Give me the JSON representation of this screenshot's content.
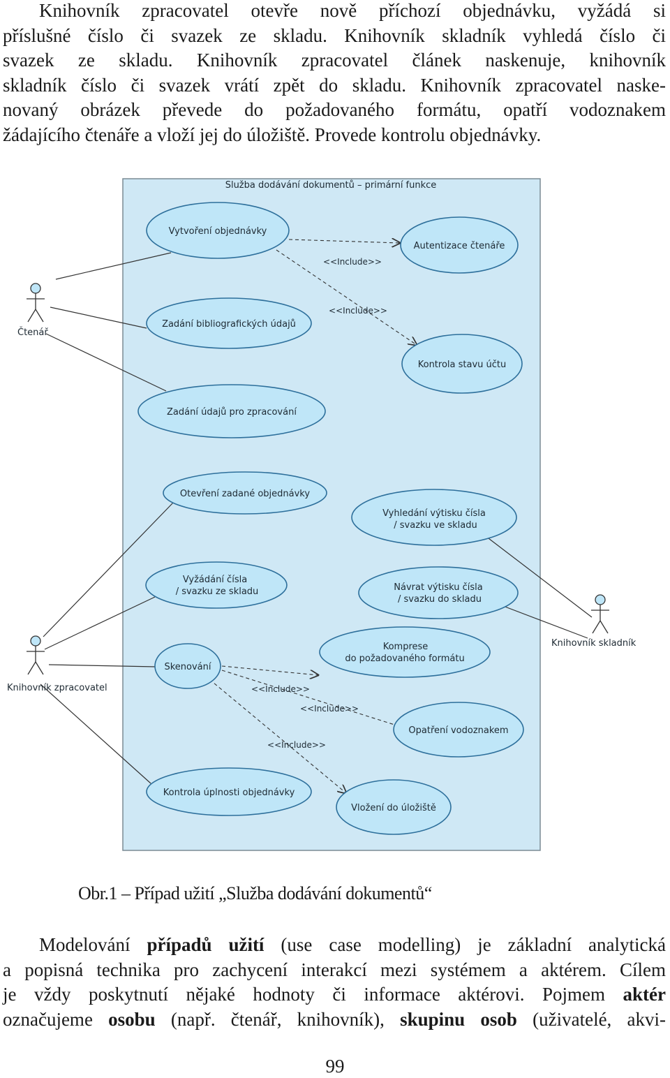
{
  "intro": {
    "lines": [
      "Knihovník zpracovatel otevře nově příchozí objednávku, vyžádá si",
      "příslušné číslo či svazek ze skladu. Knihovník skladník vyhledá číslo či",
      "svazek ze skladu. Knihovník zpracovatel článek naskenuje, knihovník",
      "skladník číslo či svazek vrátí zpět do skladu. Knihovník zpracovatel naske-",
      "novaný obrázek převede do požadovaného formátu, opatří vodoznakem",
      "žádajícího čtenáře a vloží jej do úložiště. Provede kontrolu objednávky."
    ]
  },
  "diagram": {
    "title": "Služba dodávání dokumentů – primární funkce",
    "actors": {
      "reader": "Čtenář",
      "processor": "Knihovník zpracovatel",
      "storekeeper": "Knihovník skladník"
    },
    "use_cases": {
      "create_order": "Vytvoření objednávky",
      "authenticate": "Autentizace čtenáře",
      "bib_data": "Zadání bibliografických údajů",
      "account_check": "Kontrola stavu účtu",
      "processing_data": "Zadání údajů pro zpracování",
      "open_order": "Otevření zadané objednávky",
      "find_copy_l1": "Vyhledání výtisku čísla",
      "find_copy_l2": "/ svazku ve skladu",
      "request_l1": "Vyžádání čísla",
      "request_l2": "/ svazku ze skladu",
      "return_l1": "Návrat výtisku čísla",
      "return_l2": "/ svazku do skladu",
      "compress_l1": "Komprese",
      "compress_l2": "do požadovaného formátu",
      "scan": "Skenování",
      "watermark": "Opatření vodoznakem",
      "completeness": "Kontrola úplnosti objednávky",
      "store": "Vložení do úložiště"
    },
    "include_label": "<<Include>>"
  },
  "caption": "Obr.1 – Případ užití „Služba dodávání dokumentů“",
  "body": {
    "l1_a": "Modelování ",
    "l1_b": "případů užití",
    "l1_c": " (use case modelling) je základní analytická",
    "l2": "a popisná technika pro zachycení interakcí mezi systémem a aktérem. Cílem",
    "l3_a": "je vždy poskytnutí nějaké hodnoty či informace aktérovi. Pojmem ",
    "l3_b": "aktér",
    "l4_a": "označujeme ",
    "l4_b": "osobu",
    "l4_c": " (např. čtenář, knihovník), ",
    "l4_d": "skupinu osob",
    "l4_e": " (uživatelé, akvi-"
  },
  "page_number": "99",
  "colors": {
    "system_bg": "#cfe8f5",
    "usecase_fill": "#bfe6f8",
    "usecase_stroke": "#2d6f9b",
    "line": "#333333"
  }
}
